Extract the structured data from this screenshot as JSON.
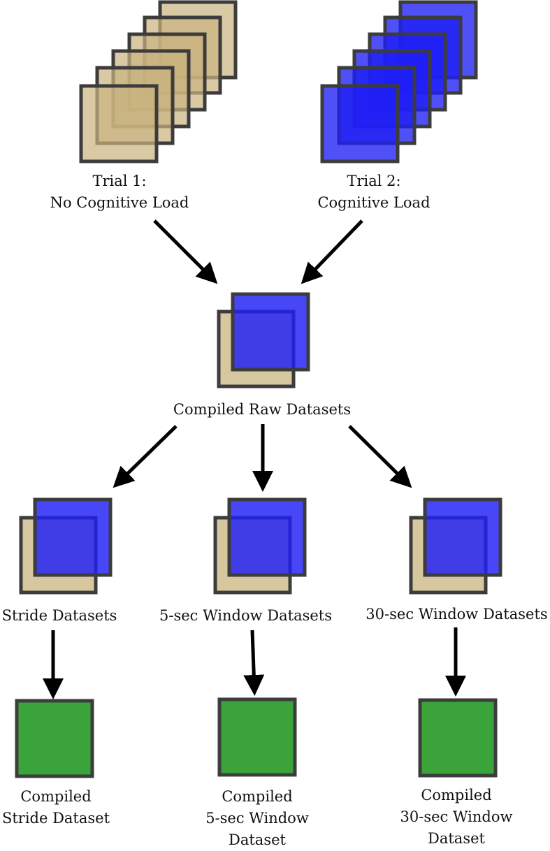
{
  "trials": [
    {
      "line1": "Trial 1:",
      "line2": "No Cognitive Load"
    },
    {
      "line1": "Trial 2:",
      "line2": "Cognitive Load"
    }
  ],
  "compiled_raw": "Compiled Raw Datasets",
  "datasets": [
    {
      "label": "Stride Datasets",
      "result": [
        "Compiled",
        "Stride Dataset"
      ]
    },
    {
      "label": "5-sec Window Datasets",
      "result": [
        "Compiled",
        "5-sec Window",
        "Dataset"
      ]
    },
    {
      "label": "30-sec Window Datasets",
      "result": [
        "Compiled",
        "30-sec Window",
        "Dataset"
      ]
    }
  ],
  "colors": {
    "tan_fill": "#c9b47f",
    "blue_fill": "#1f1ff5",
    "green_fill": "#3aa33a",
    "outline": "#3c3c3c",
    "arrow": "#000000"
  }
}
